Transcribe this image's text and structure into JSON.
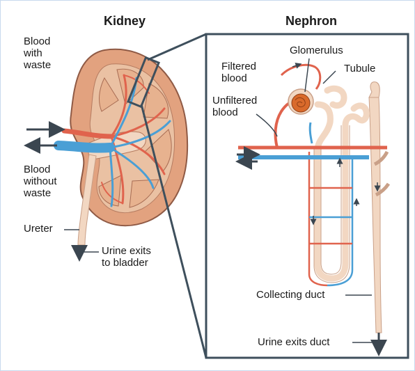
{
  "titles": {
    "kidney": "Kidney",
    "nephron": "Nephron"
  },
  "labels": {
    "blood_with_waste": "Blood\nwith\nwaste",
    "blood_without_waste": "Blood\nwithout\nwaste",
    "ureter": "Ureter",
    "urine_exits_bladder": "Urine exits\nto bladder",
    "filtered_blood": "Filtered\nblood",
    "glomerulus": "Glomerulus",
    "tubule": "Tubule",
    "unfiltered_blood": "Unfiltered\nblood",
    "collecting_duct": "Collecting duct",
    "urine_exits_duct": "Urine exits duct"
  },
  "colors": {
    "frame_border": "#c8d9ee",
    "inset_border": "#3e4f5c",
    "kidney_cortex": "#e2a27f",
    "kidney_medulla": "#eac1a3",
    "kidney_outline": "#8f5a45",
    "artery": "#e0634d",
    "vein": "#4a9fd5",
    "ureter": "#f2d7c2",
    "arrow": "#3b4650",
    "glomerulus": "#d96a2b"
  }
}
